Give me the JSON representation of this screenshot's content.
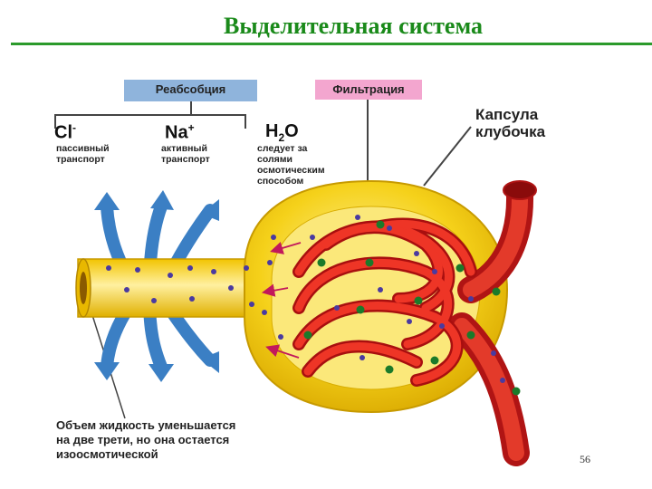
{
  "title": "Выделительная система",
  "labels": {
    "reabsorption": "Реабсобция",
    "filtration": "Фильтрация",
    "capsule_line1": "Капсула",
    "capsule_line2": "клубочка"
  },
  "ions": {
    "cl": {
      "symbol": "Cl",
      "charge": "-",
      "line1": "пассивный",
      "line2": "транспорт"
    },
    "na": {
      "symbol": "Na",
      "charge": "+",
      "line1": "активный",
      "line2": "транспорт"
    },
    "h2o": {
      "symbol_h": "H",
      "subscript": "2",
      "symbol_o": "O",
      "line1": "следует за",
      "line2": "солями",
      "line3": "осмотическим",
      "line4": "способом"
    }
  },
  "note": {
    "line1": "Объем жидкость уменьшается",
    "line2": "на две трети, но она остается",
    "line3": "изоосмотической"
  },
  "page_number": "56",
  "colors": {
    "title": "#1a8a1a",
    "tubule": "#f5d11a",
    "vessel": "#d71c1c",
    "arrow": "#3b7fc4",
    "dot_purple": "#4a3aa0",
    "dot_green": "#1b7a2a"
  }
}
